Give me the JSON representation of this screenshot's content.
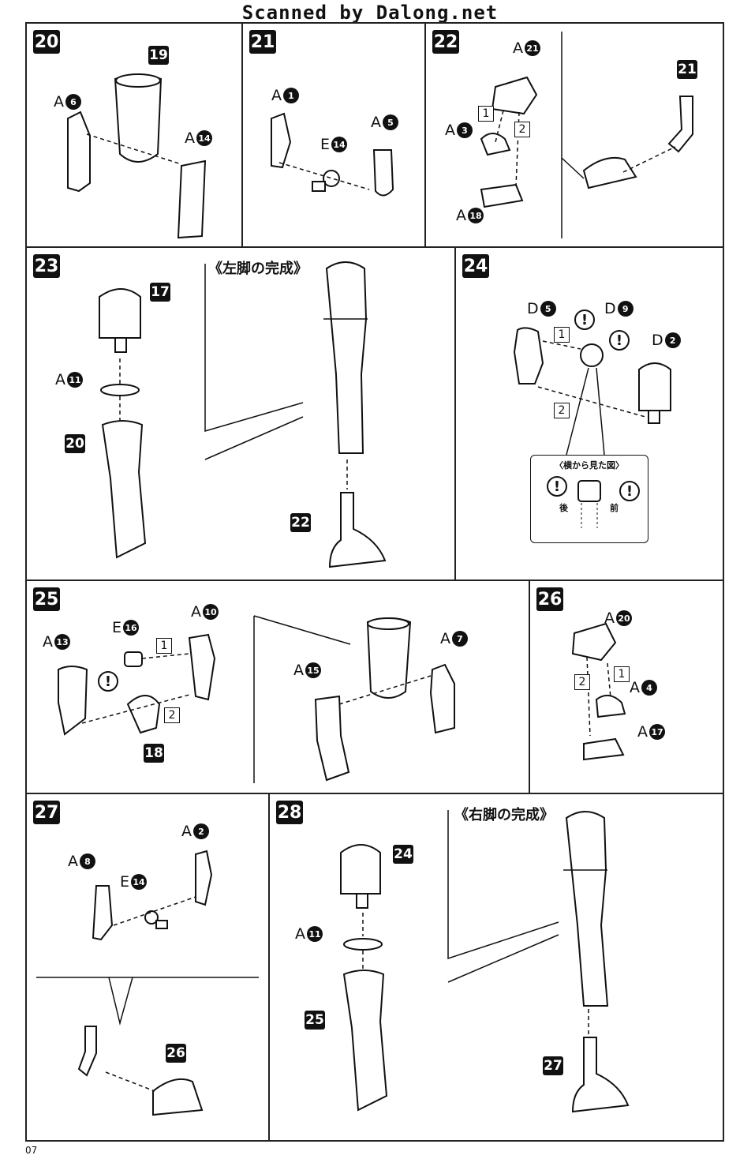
{
  "watermark": "Scanned by Dalong.net",
  "page_number": "07",
  "steps": {
    "s20": {
      "num": "20",
      "labels": [
        {
          "p": "A",
          "n": "6"
        },
        {
          "p": "A",
          "n": "14"
        }
      ],
      "tag": "19"
    },
    "s21": {
      "num": "21",
      "labels": [
        {
          "p": "A",
          "n": "1"
        },
        {
          "p": "E",
          "n": "14"
        },
        {
          "p": "A",
          "n": "5"
        }
      ]
    },
    "s22": {
      "num": "22",
      "labels": [
        {
          "p": "A",
          "n": "21"
        },
        {
          "p": "A",
          "n": "3"
        },
        {
          "p": "A",
          "n": "18"
        }
      ],
      "order": [
        "1",
        "2"
      ],
      "tag": "21"
    },
    "s23": {
      "num": "23",
      "title": "《左脚の完成》",
      "labels": [
        {
          "p": "A",
          "n": "11"
        }
      ],
      "tags": [
        "17",
        "20",
        "22"
      ]
    },
    "s24": {
      "num": "24",
      "labels": [
        {
          "p": "D",
          "n": "5"
        },
        {
          "p": "D",
          "n": "9"
        },
        {
          "p": "D",
          "n": "2"
        }
      ],
      "order": [
        "1",
        "2"
      ],
      "callout_title": "〈横から見た図〉",
      "back": "後",
      "front": "前",
      "warn": "!"
    },
    "s25": {
      "num": "25",
      "labels": [
        {
          "p": "A",
          "n": "13"
        },
        {
          "p": "E",
          "n": "16"
        },
        {
          "p": "A",
          "n": "10"
        },
        {
          "p": "A",
          "n": "15"
        },
        {
          "p": "A",
          "n": "7"
        }
      ],
      "order": [
        "1",
        "2"
      ],
      "tag": "18"
    },
    "s26": {
      "num": "26",
      "labels": [
        {
          "p": "A",
          "n": "20"
        },
        {
          "p": "A",
          "n": "4"
        },
        {
          "p": "A",
          "n": "17"
        }
      ],
      "order": [
        "1",
        "2"
      ]
    },
    "s27": {
      "num": "27",
      "labels": [
        {
          "p": "A",
          "n": "2"
        },
        {
          "p": "A",
          "n": "8"
        },
        {
          "p": "E",
          "n": "14"
        }
      ],
      "tag": "26"
    },
    "s28": {
      "num": "28",
      "title": "《右脚の完成》",
      "labels": [
        {
          "p": "A",
          "n": "11"
        }
      ],
      "tags": [
        "24",
        "25",
        "27"
      ]
    }
  }
}
